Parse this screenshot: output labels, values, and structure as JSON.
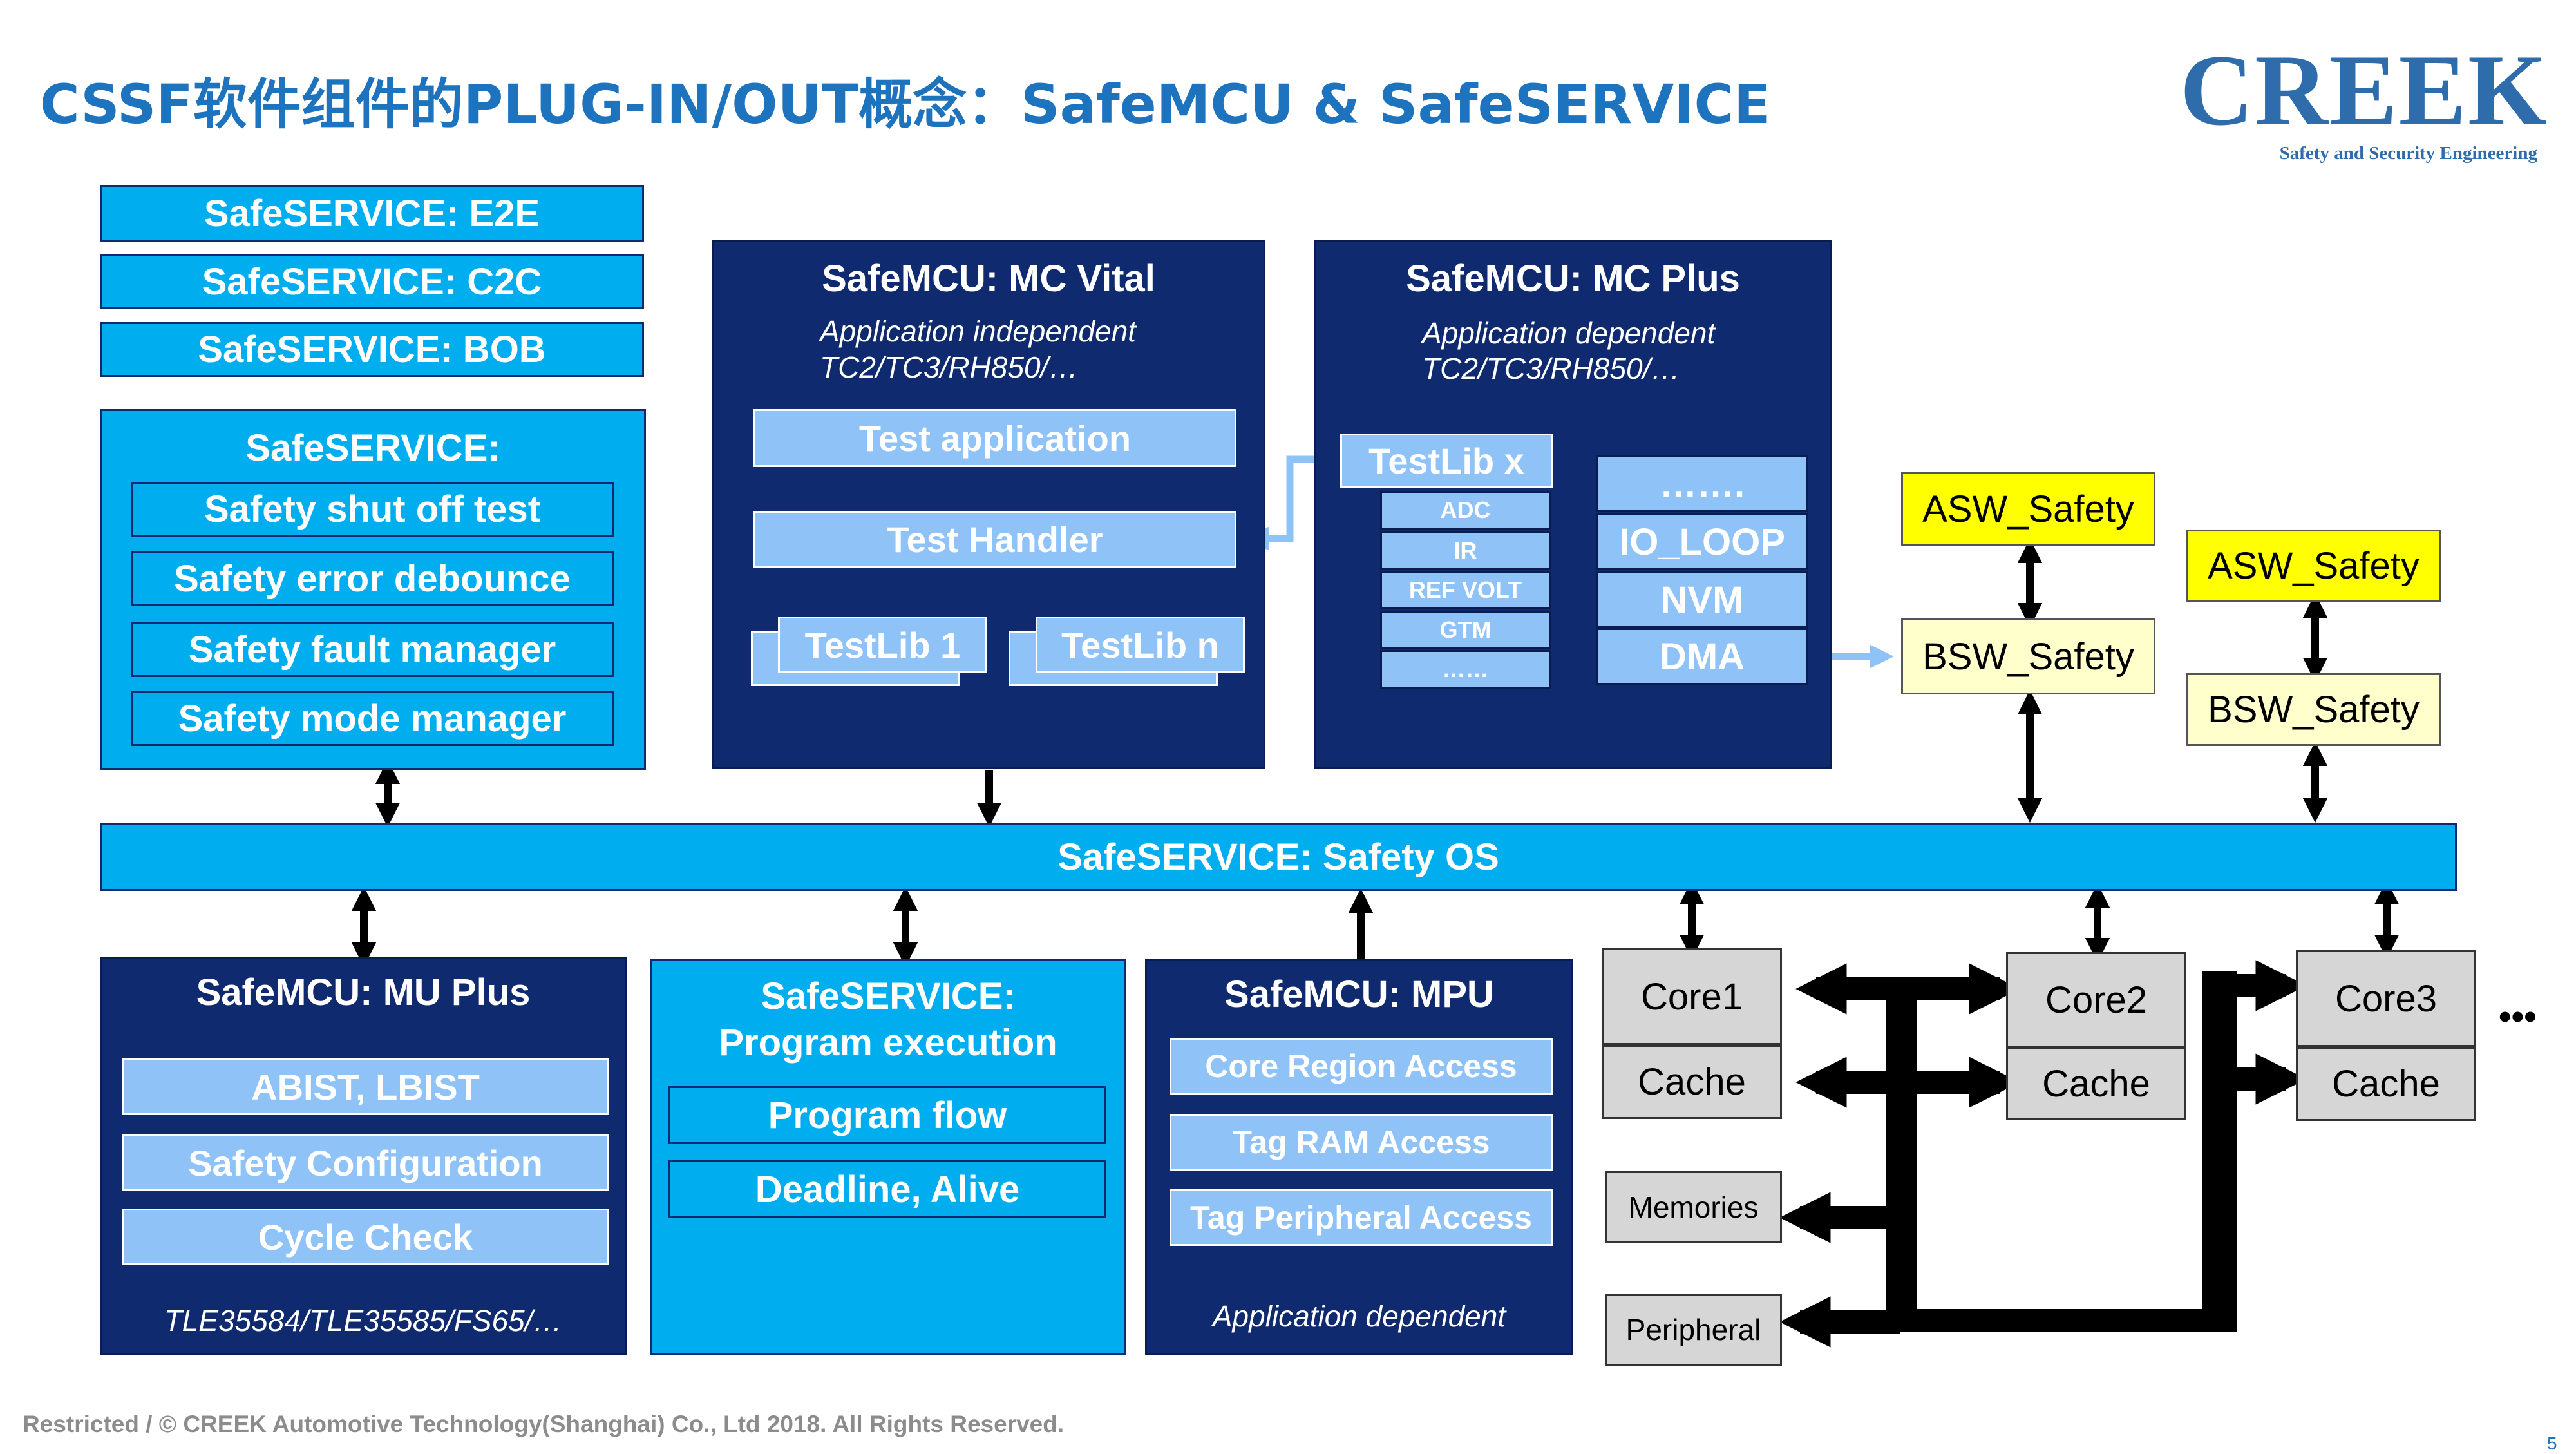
{
  "title": "CSSF软件组件的PLUG-IN/OUT概念：SafeMCU & SafeSERVICE",
  "logo": {
    "name": "CREEK",
    "tagline": "Safety and Security Engineering"
  },
  "safeservice_bars": [
    "SafeSERVICE: E2E",
    "SafeSERVICE: C2C",
    "SafeSERVICE: BOB"
  ],
  "safeservice_block": {
    "title": "SafeSERVICE:",
    "items": [
      "Safety shut off test",
      "Safety error debounce",
      "Safety fault manager",
      "Safety mode manager"
    ]
  },
  "mc_vital": {
    "title": "SafeMCU: MC Vital",
    "desc_line1": "Application independent",
    "desc_line2": "TC2/TC3/RH850/…",
    "test_application": "Test application",
    "test_handler": "Test Handler",
    "testlib1": "TestLib 1",
    "testlibn": "TestLib n"
  },
  "mc_plus": {
    "title": "SafeMCU: MC Plus",
    "desc_line1": "Application dependent",
    "desc_line2": "TC2/TC3/RH850/…",
    "testlibx": "TestLib x",
    "sub_items": [
      "ADC",
      "IR",
      "REF VOLT",
      "GTM",
      "……"
    ],
    "right_items": [
      "…….",
      "IO_LOOP",
      "NVM",
      "DMA"
    ]
  },
  "asw_bsw": {
    "asw1": "ASW_Safety",
    "bsw1": "BSW_Safety",
    "asw2": "ASW_Safety",
    "bsw2": "BSW_Safety"
  },
  "safety_os": "SafeSERVICE: Safety OS",
  "mu_plus": {
    "title": "SafeMCU: MU Plus",
    "items": [
      "ABIST, LBIST",
      "Safety Configuration",
      "Cycle Check"
    ],
    "footer": "TLE35584/TLE35585/FS65/…"
  },
  "program_execution": {
    "title_line1": "SafeSERVICE:",
    "title_line2": "Program execution",
    "items": [
      "Program flow",
      "Deadline, Alive"
    ]
  },
  "mpu": {
    "title": "SafeMCU: MPU",
    "items": [
      "Core Region Access",
      "Tag RAM Access",
      "Tag Peripheral Access"
    ],
    "footer": "Application dependent"
  },
  "cores": [
    {
      "core": "Core1",
      "cache": "Cache"
    },
    {
      "core": "Core2",
      "cache": "Cache"
    },
    {
      "core": "Core3",
      "cache": "Cache"
    }
  ],
  "memories": "Memories",
  "peripheral": "Peripheral",
  "ellipsis": "•••",
  "footer": "Restricted / © CREEK Automotive Technology(Shanghai) Co., Ltd 2018. All Rights Reserved.",
  "page_number": "5",
  "colors": {
    "title_blue": "#1e73be",
    "cyan": "#00aeef",
    "navy": "#0f2a6e",
    "light_blue": "#8fc3f7",
    "yellow": "#ffff00",
    "pale_yellow": "#ffffcc",
    "gray": "#d6d6d6"
  }
}
